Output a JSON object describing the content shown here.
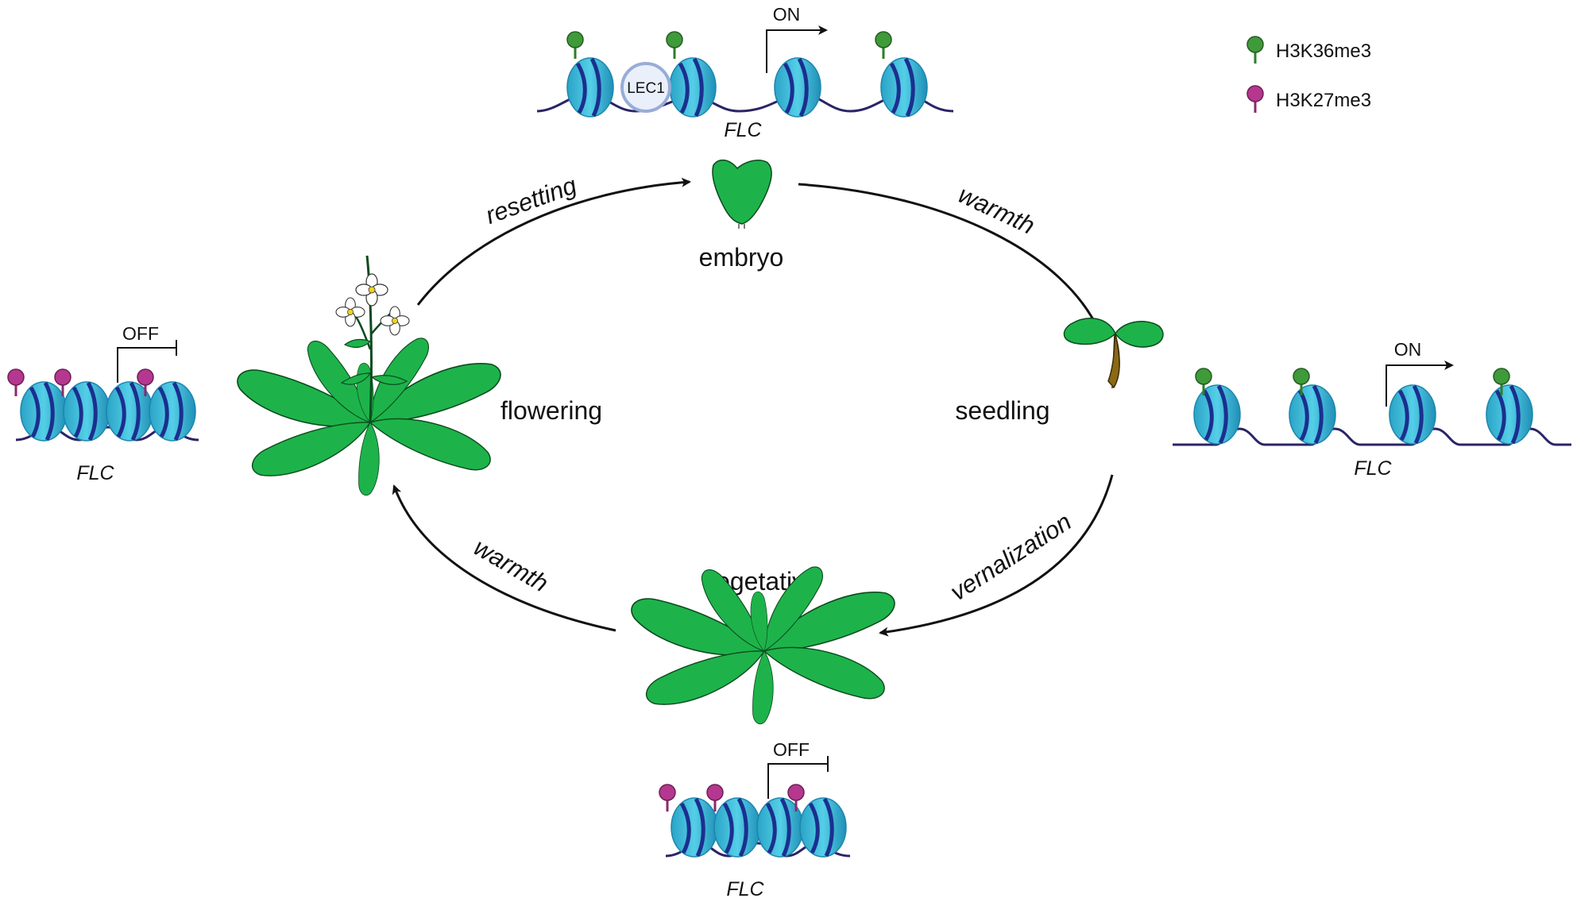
{
  "stages": {
    "embryo": "embryo",
    "seedling": "seedling",
    "vegetative": "vegetative",
    "flowering": "flowering"
  },
  "transitions": {
    "embryo_to_seedling": "warmth",
    "seedling_to_vegetative": "vernalization",
    "vegetative_to_flowering": "warmth",
    "flowering_to_embryo": "resetting"
  },
  "loci": {
    "top": {
      "gene": "FLC",
      "state": "ON",
      "factor": "LEC1"
    },
    "right": {
      "gene": "FLC",
      "state": "ON"
    },
    "left": {
      "gene": "FLC",
      "state": "OFF"
    },
    "bottom": {
      "gene": "FLC",
      "state": "OFF"
    }
  },
  "legend": {
    "h3k36": "H3K36me3",
    "h3k27": "H3K27me3"
  },
  "colors": {
    "h3k36me3": "#3f9a3a",
    "h3k27me3": "#b5378f",
    "nucleosome": "#3dbcd9",
    "plant": "#1db34a",
    "dna": "#2a2466"
  }
}
